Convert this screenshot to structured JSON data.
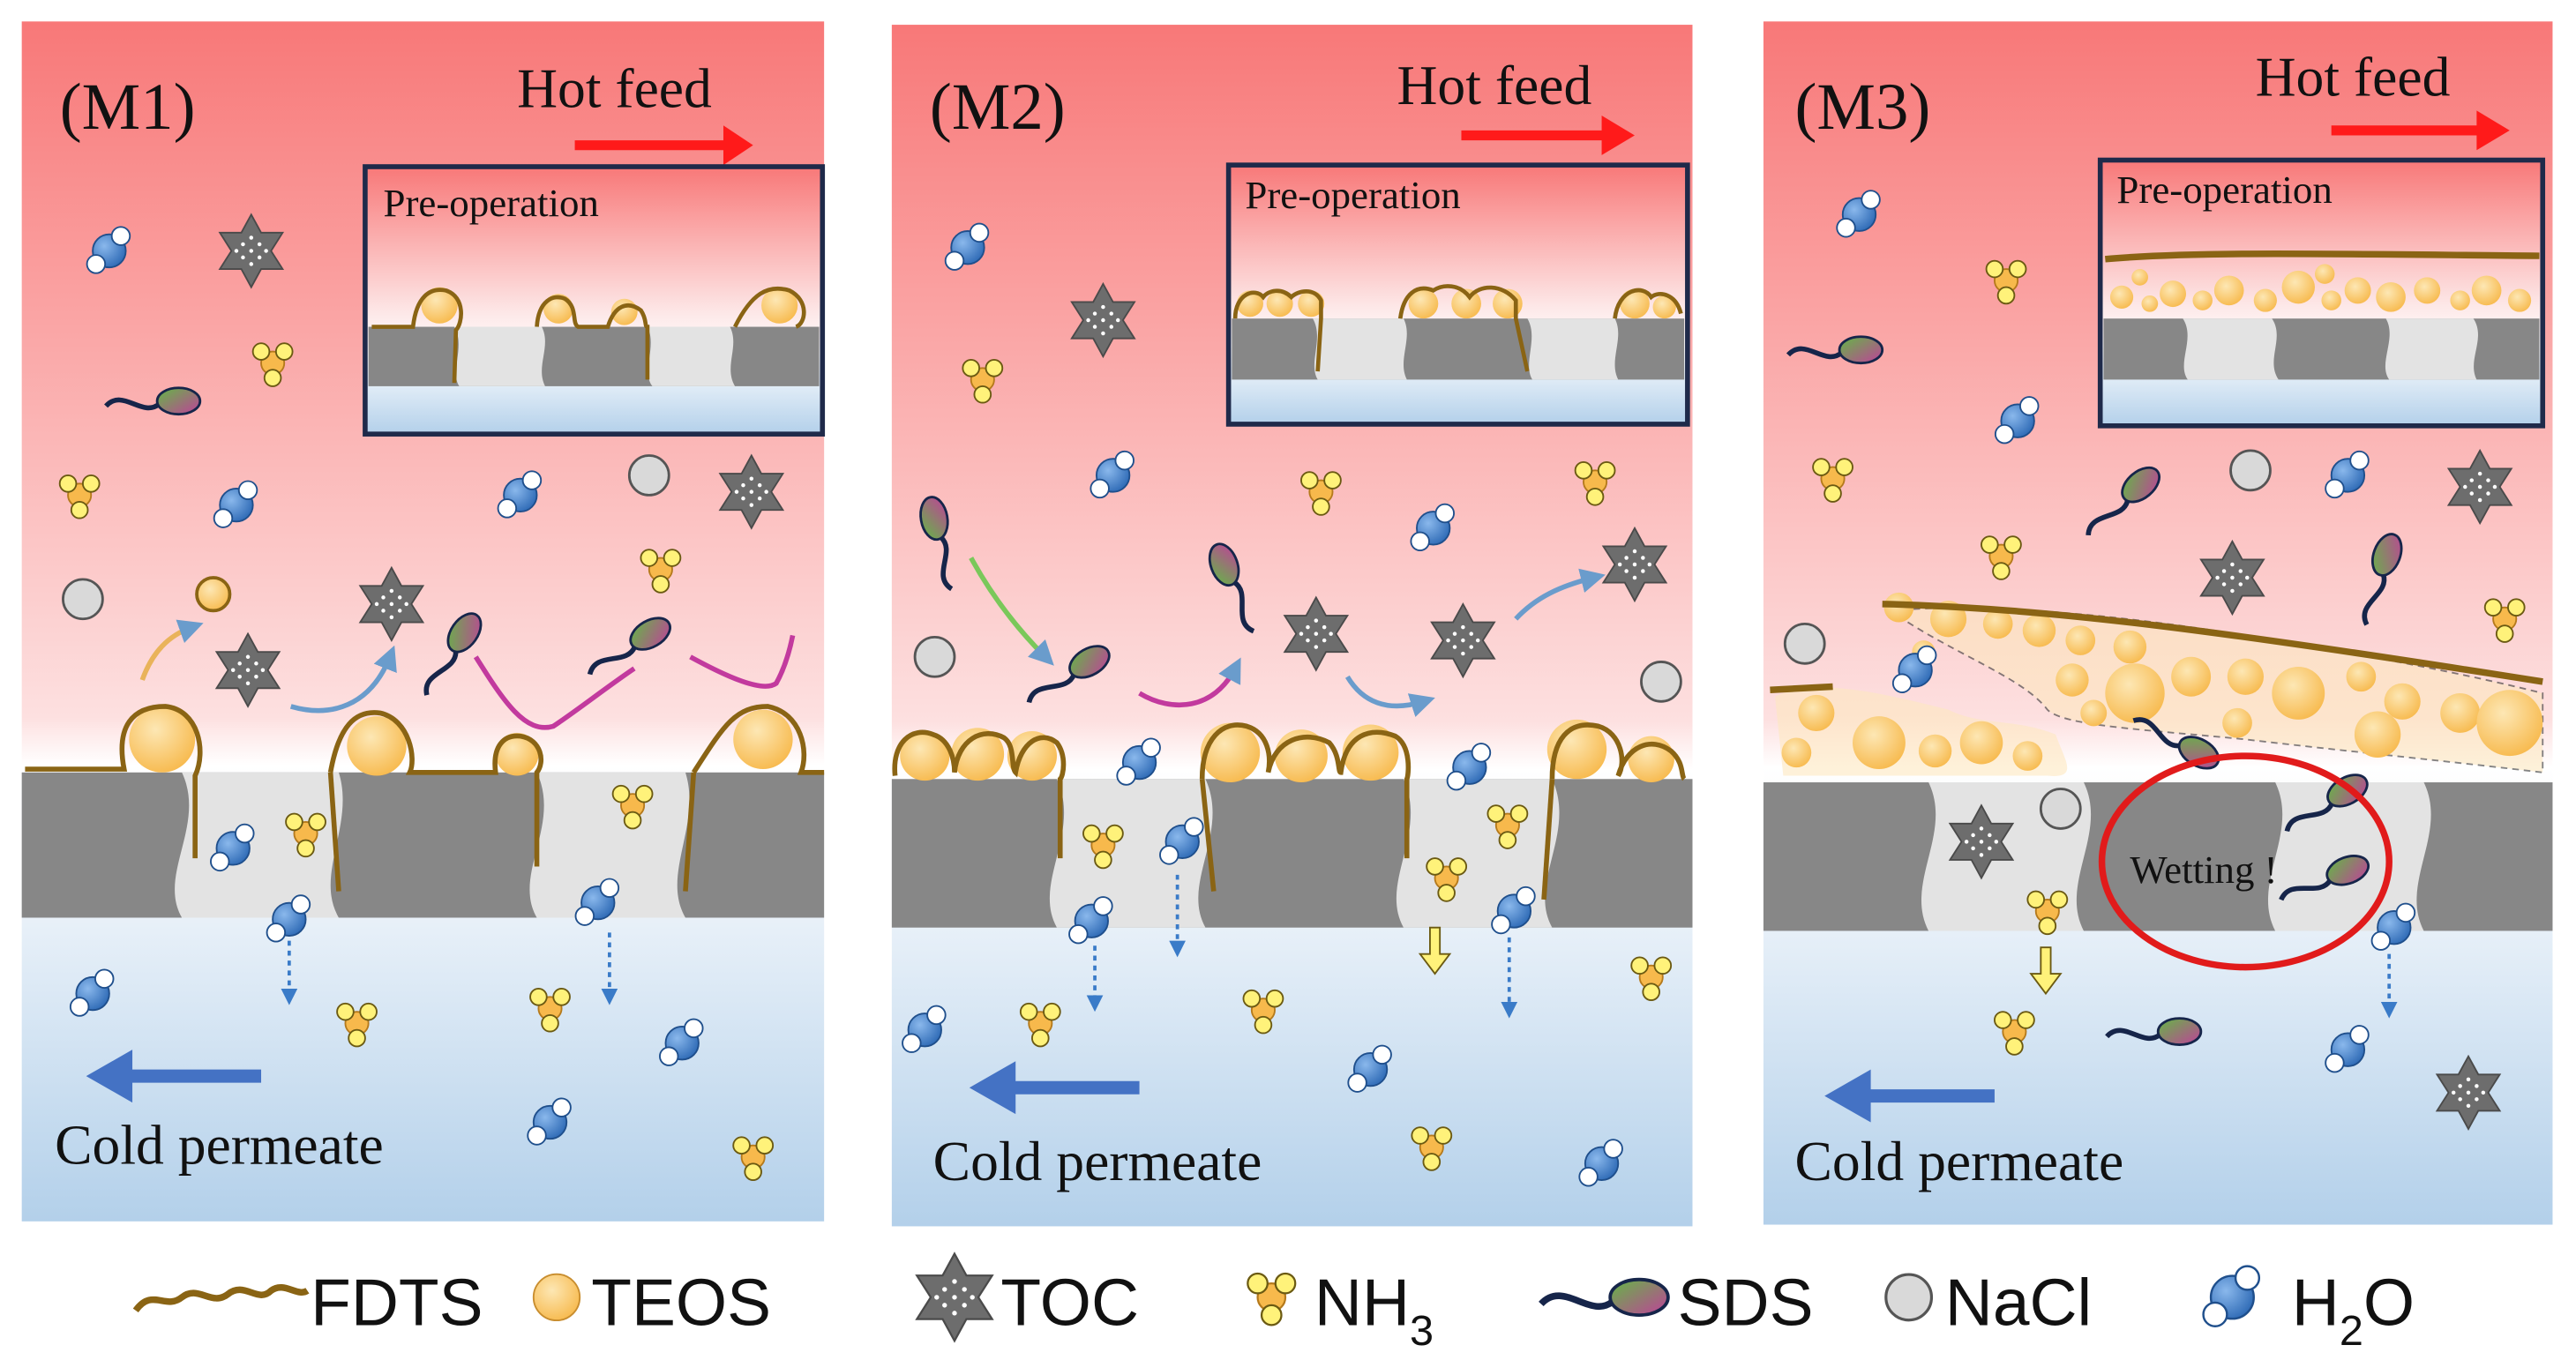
{
  "panels": [
    {
      "id": "M1",
      "label": "(M1)",
      "hot_feed": "Hot feed",
      "inset_title": "Pre-operation",
      "cold_permeate": "Cold permeate"
    },
    {
      "id": "M2",
      "label": "(M2)",
      "hot_feed": "Hot feed",
      "inset_title": "Pre-operation",
      "cold_permeate": "Cold permeate"
    },
    {
      "id": "M3",
      "label": "(M3)",
      "hot_feed": "Hot feed",
      "inset_title": "Pre-operation",
      "cold_permeate": "Cold permeate",
      "annotation": "Wetting !"
    }
  ],
  "legend": {
    "fdts": "FDTS",
    "teos": "TEOS",
    "toc": "TOC",
    "nh3_main": "NH",
    "nh3_sub": "3",
    "sds": "SDS",
    "nacl": "NaCl",
    "h2o_h": "H",
    "h2o_sub": "2",
    "h2o_o": "O"
  },
  "colors": {
    "hot_feed_top": "#f87878",
    "cold_bottom": "#b3d0ea",
    "membrane": "#878787",
    "pore": "#e3e3e3",
    "fdts": "#8a6414",
    "teos": "#fbd07d",
    "toc": "#6d6d6d",
    "nacl": "#d9d9d9",
    "h2o": "#3a7bc8",
    "sds_head": "#6ac04a",
    "wetting_circle": "#e11b1b",
    "hot_arrow": "#ff1a1a",
    "cold_arrow": "#4472c4"
  }
}
